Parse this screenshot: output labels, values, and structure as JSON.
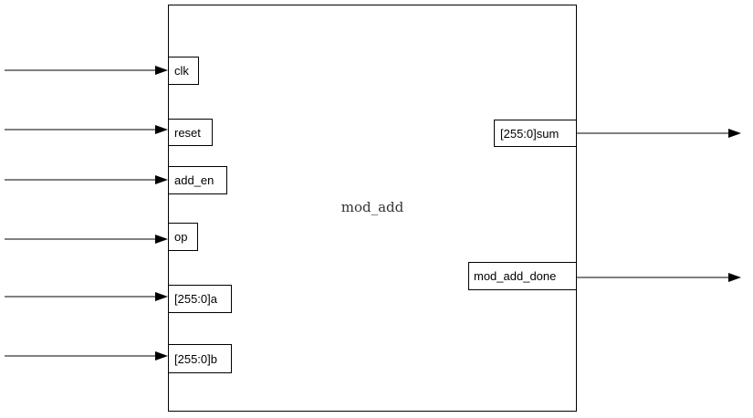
{
  "module": {
    "name": "mod_add",
    "inputs": [
      {
        "label": "clk"
      },
      {
        "label": "reset"
      },
      {
        "label": "add_en"
      },
      {
        "label": "op"
      },
      {
        "label": "[255:0]a"
      },
      {
        "label": "[255:0]b"
      }
    ],
    "outputs": [
      {
        "label": "[255:0]sum"
      },
      {
        "label": "mod_add_done"
      }
    ]
  }
}
